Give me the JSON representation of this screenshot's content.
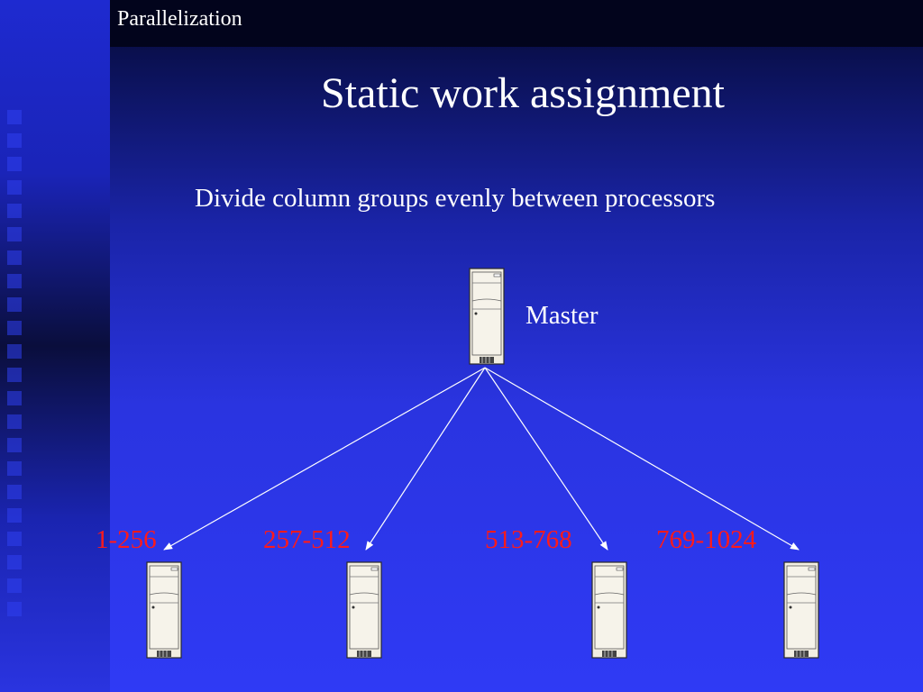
{
  "header": {
    "section_label": "Parallelization"
  },
  "slide": {
    "title": "Static work assignment",
    "subtitle": "Divide column groups evenly between processors"
  },
  "master": {
    "label": "Master",
    "icon": "server-tower-icon"
  },
  "workers": [
    {
      "range": "1-256",
      "icon": "server-tower-icon"
    },
    {
      "range": "257-512",
      "icon": "server-tower-icon"
    },
    {
      "range": "513-768",
      "icon": "server-tower-icon"
    },
    {
      "range": "769-1024",
      "icon": "server-tower-icon"
    }
  ],
  "colors": {
    "background": "#2f3af5",
    "header_bar": "#02041c",
    "text": "#ffffff",
    "range_text": "#ff1a1a",
    "server": "#f2eee2"
  }
}
